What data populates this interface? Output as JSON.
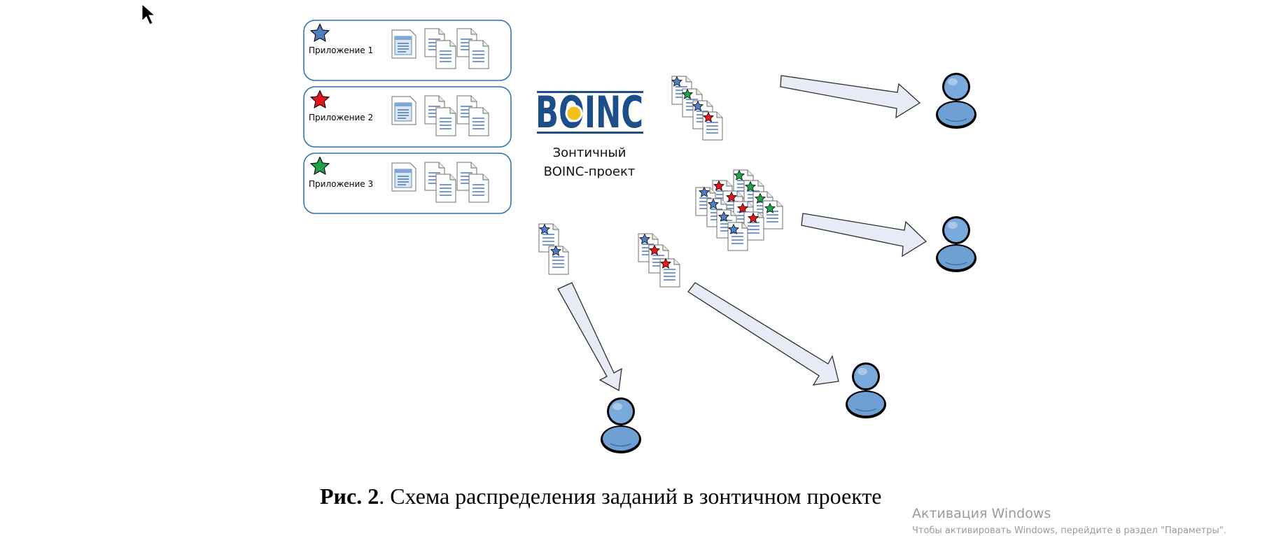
{
  "applications": [
    {
      "label": "Приложение 1",
      "star_color": "#4f7ec4"
    },
    {
      "label": "Приложение 2",
      "star_color": "#e8141c"
    },
    {
      "label": "Приложение 3",
      "star_color": "#1fa34a"
    }
  ],
  "logo": {
    "text": "BOINC",
    "brand_color": "#1c4f8a",
    "dot_color": "#f2c21b"
  },
  "project_caption": {
    "line1": "Зонтичный",
    "line2": "BOINC-проект"
  },
  "figure_caption": {
    "label": "Рис. 2",
    "text": ". Схема распределения заданий в зонтичном проекте"
  },
  "watermark": {
    "line1": "Активация Windows",
    "line2": "Чтобы активировать Windows, перейдите в раздел \"Параметры\"."
  },
  "colors": {
    "panel_border": "#2a6fb0",
    "arrow_fill": "#e6ebf6",
    "user_fill": "#6fa0d4"
  }
}
